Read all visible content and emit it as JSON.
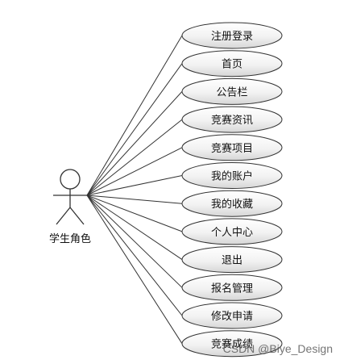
{
  "diagram": {
    "actor": {
      "name": "学生角色"
    },
    "use_cases": [
      {
        "label": "注册登录"
      },
      {
        "label": "首页"
      },
      {
        "label": "公告栏"
      },
      {
        "label": "竞赛资讯"
      },
      {
        "label": "竞赛项目"
      },
      {
        "label": "我的账户"
      },
      {
        "label": "我的收藏"
      },
      {
        "label": "个人中心"
      },
      {
        "label": "退出"
      },
      {
        "label": "报名管理"
      },
      {
        "label": "修改申请"
      },
      {
        "label": "竞赛成绩"
      }
    ],
    "watermark": "CSDN @Biye_Design"
  },
  "colors": {
    "stroke": "#333333",
    "text": "#111111",
    "fill_top": "#ffffff",
    "fill_bottom": "#d8d8d8"
  }
}
